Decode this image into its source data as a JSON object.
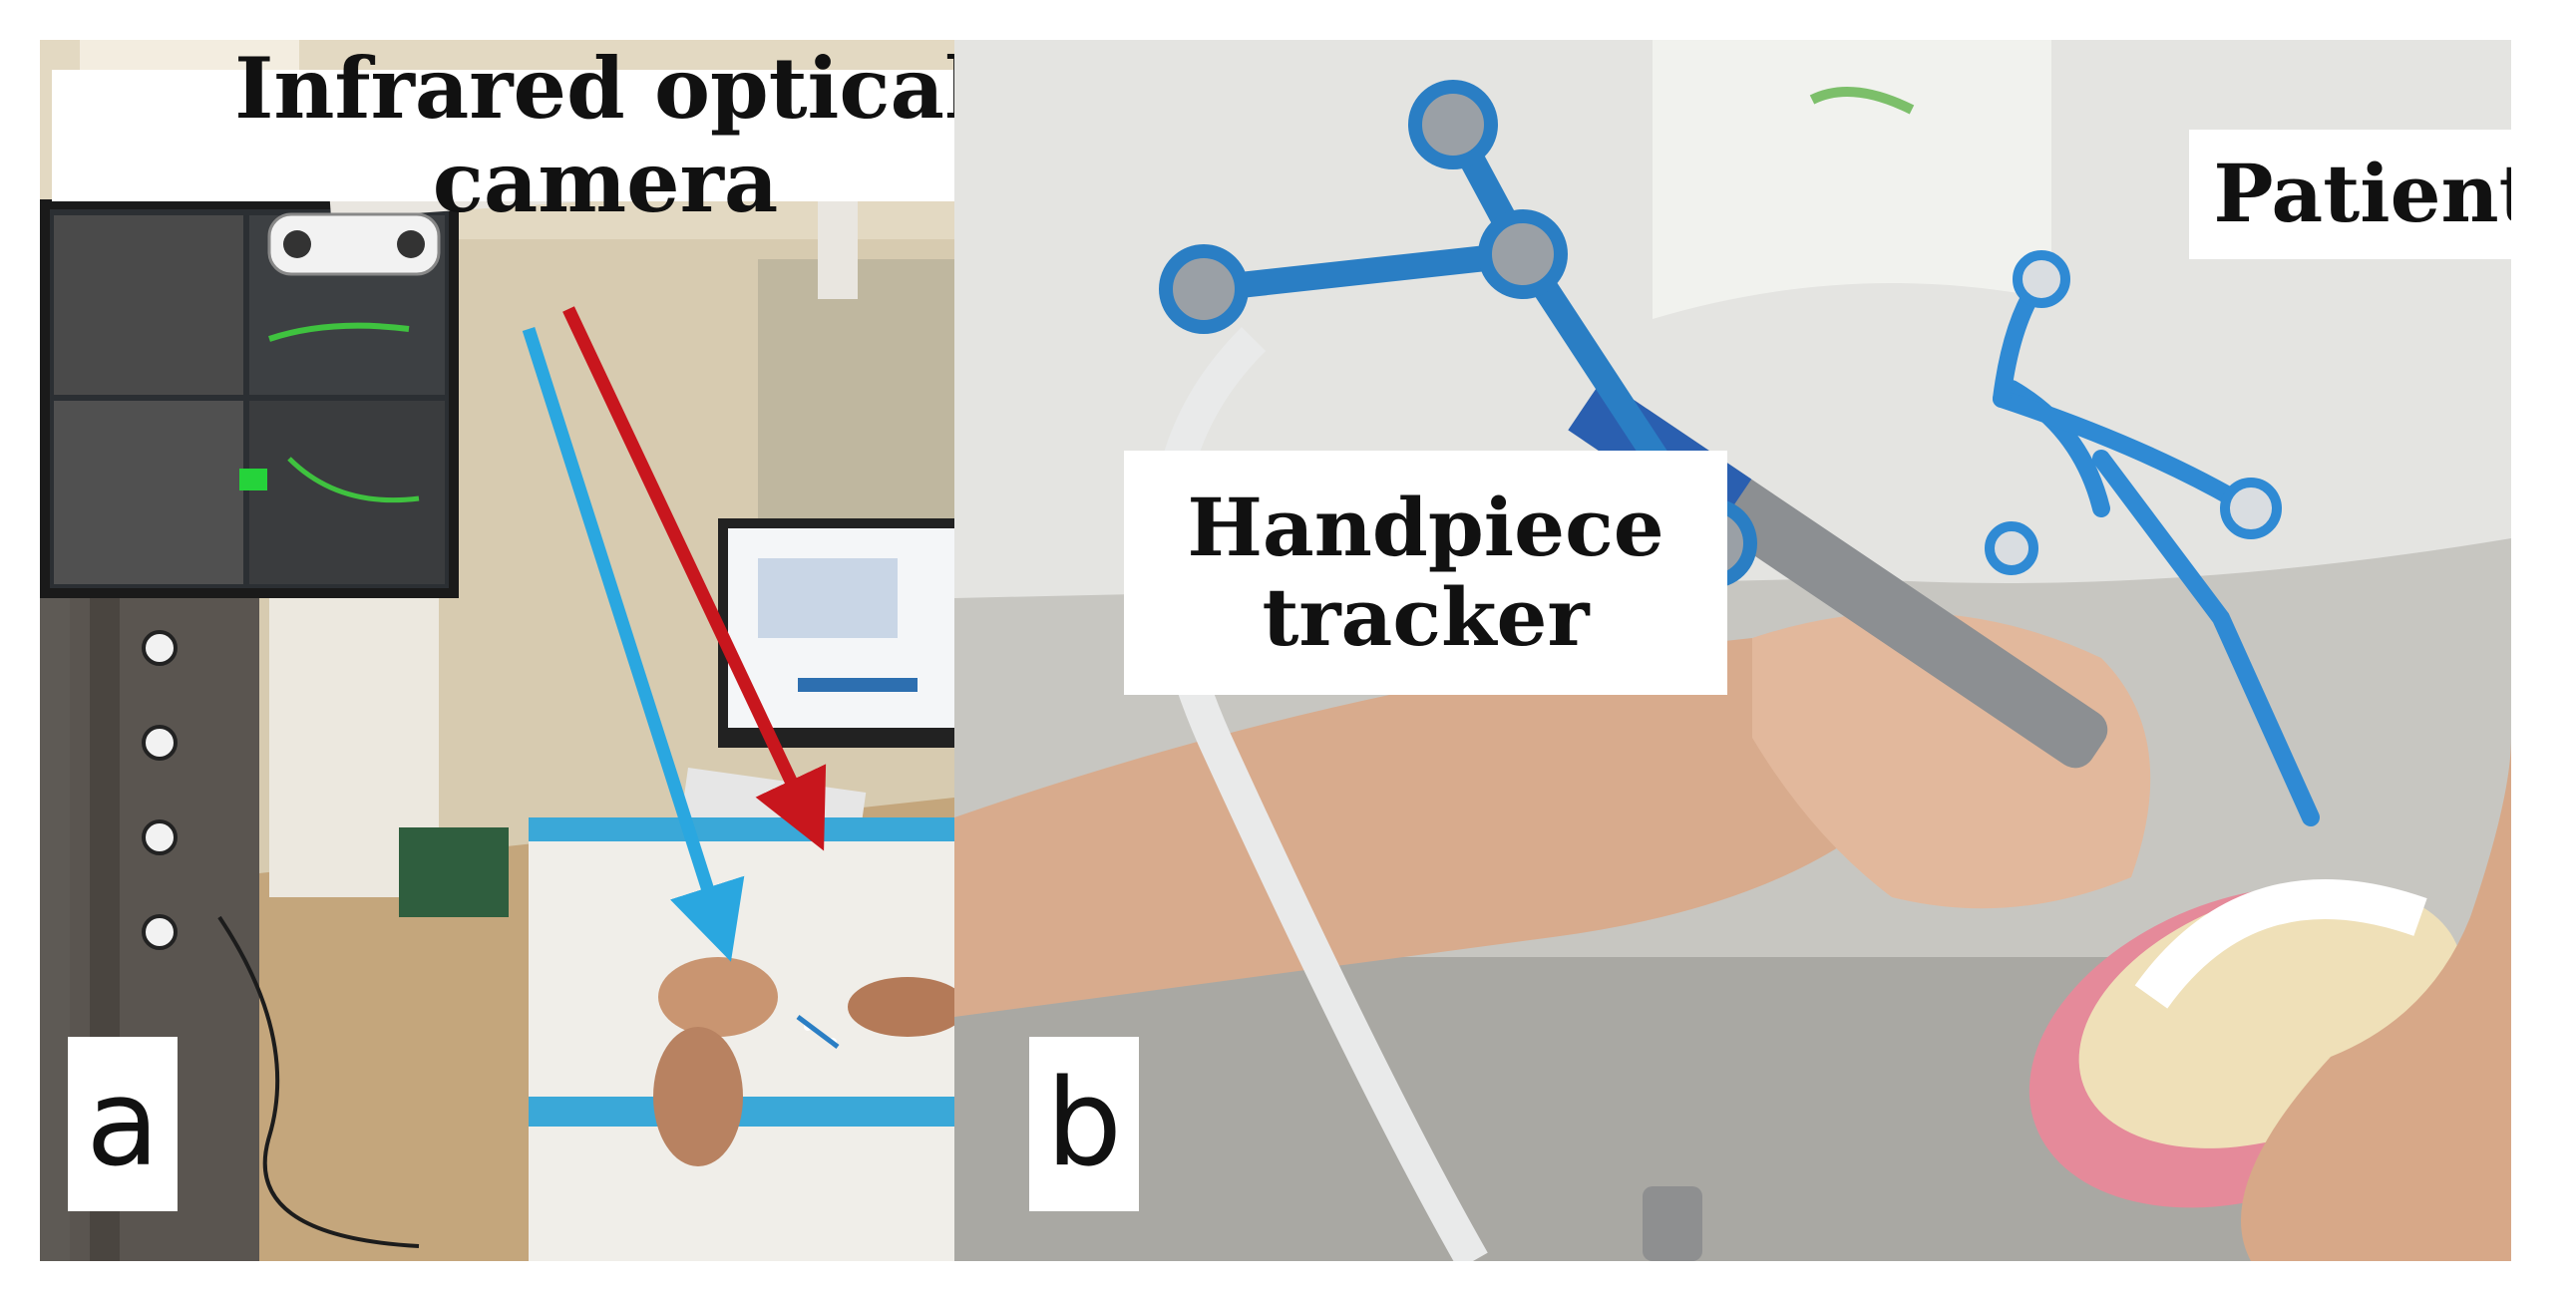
{
  "panels": {
    "a": {
      "letter": "a",
      "labels": {
        "camera": "Infrared optical camera"
      }
    },
    "b": {
      "letter": "b",
      "labels": {
        "patient": "Patient tracker",
        "handpiece_line1": "Handpiece",
        "handpiece_line2": "tracker"
      }
    }
  },
  "colors": {
    "arrow_blue": "#2aa7e0",
    "arrow_red": "#c8161d",
    "tracker_blue": "#2a7ec4",
    "label_bg": "#ffffff"
  }
}
